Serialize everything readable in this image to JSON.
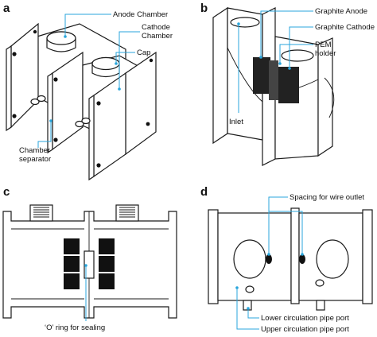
{
  "panels": {
    "a": {
      "letter": "a",
      "labels": {
        "anode_chamber": "Anode Chamber",
        "cathode_chamber_1": "Cathode",
        "cathode_chamber_2": "Chamber",
        "cap": "Cap",
        "separator_1": "Chamber",
        "separator_2": "separator"
      }
    },
    "b": {
      "letter": "b",
      "labels": {
        "graphite_anode": "Graphite Anode",
        "graphite_cathode": "Graphite Cathode",
        "pem_holder_1": "PEM",
        "pem_holder_2": "holder",
        "inlet": "Inlet"
      }
    },
    "c": {
      "letter": "c",
      "labels": {
        "o_ring": "‘O’ ring for sealing"
      }
    },
    "d": {
      "letter": "d",
      "labels": {
        "wire_outlet": "Spacing for wire  outlet",
        "lower_port": "Lower circulation pipe port",
        "upper_port": "Upper circulation pipe port"
      }
    }
  },
  "colors": {
    "leader_line": "#2aa6dc",
    "outline": "#1a1a1a",
    "electrode": "#222222"
  }
}
